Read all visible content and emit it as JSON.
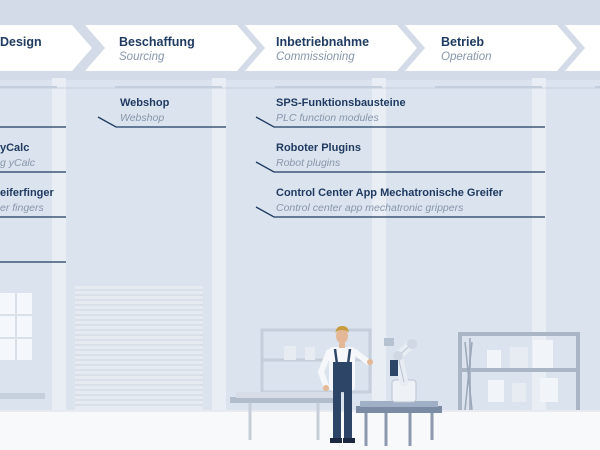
{
  "colors": {
    "navy": "#1f3b62",
    "muted": "#8796ab",
    "sky": "#dbe3ee",
    "floor": "#f7f9fb"
  },
  "process_steps": [
    {
      "title": "Design",
      "subtitle": ""
    },
    {
      "title": "Beschaffung",
      "subtitle": "Sourcing"
    },
    {
      "title": "Inbetriebnahme",
      "subtitle": "Commissioning"
    },
    {
      "title": "Betrieb",
      "subtitle": "Operation"
    },
    {
      "title": "",
      "subtitle": ""
    }
  ],
  "design_items": [
    {
      "title": "yCalc",
      "subtitle": "g yCalc"
    },
    {
      "title": "eiferfinger",
      "subtitle": "er fingers"
    }
  ],
  "sourcing_items": [
    {
      "title": "Webshop",
      "subtitle": "Webshop"
    }
  ],
  "commissioning_items": [
    {
      "title": "SPS-Funktionsbausteine",
      "subtitle": "PLC function modules"
    },
    {
      "title": "Roboter Plugins",
      "subtitle": "Robot plugins"
    },
    {
      "title": "Control Center App Mechatronische Greifer",
      "subtitle": "Control center app mechatronic grippers"
    }
  ]
}
